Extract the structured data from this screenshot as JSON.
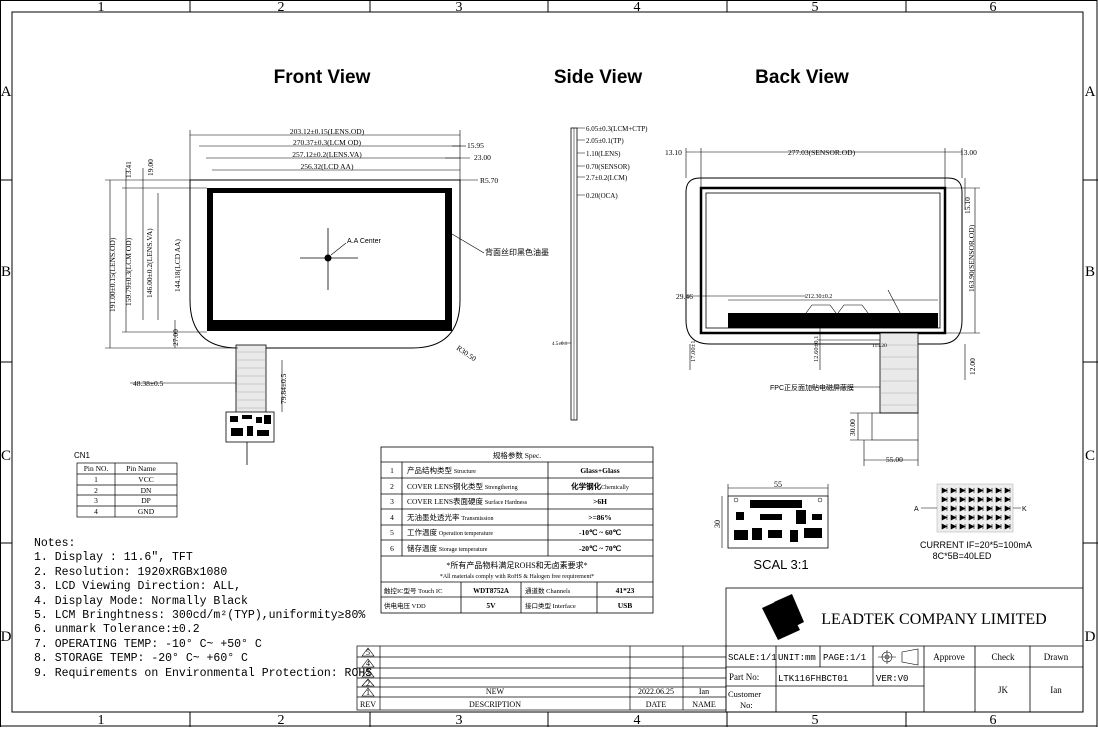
{
  "border": {
    "cols": [
      "1",
      "2",
      "3",
      "4",
      "5",
      "6"
    ],
    "rows": [
      "A",
      "B",
      "C",
      "D"
    ]
  },
  "views": {
    "front": "Front View",
    "side": "Side View",
    "back": "Back View"
  },
  "front_dims": {
    "lens_od_w": "203.12±0.15(LENS.OD)",
    "lcm_od_w": "270.37±0.3(LCM OD)",
    "lens_va_w": "257.12±0.2(LENS.VA)",
    "lcd_aa_w": "256.32(LCD AA)",
    "d_15_95": "15.95",
    "d_23_00": "23.00",
    "d_r5_70": "R5.70",
    "d_13_41": "13.41",
    "d_19_00": "19.00",
    "lens_od_h": "191.00±0.15(LENS.OD)",
    "lcm_od_h": "159.79±0.3(LCM OD)",
    "lens_va_h": "146.00±0.2(LENS.VA)",
    "lcd_aa_h": "144.18(LCD AA)",
    "d_27_00": "27.00",
    "aa_center": "A.A Center",
    "ink_note": "背面丝印黑色油墨",
    "d_r30_50": "R30.50",
    "d_48_38": "48.38±0.5",
    "d_79_84": "79.84±0.5"
  },
  "side_dims": {
    "d1": "6.05±0.3(LCM+CTP)",
    "d2": "2.05±0.1(TP)",
    "d3": "1.10(LENS)",
    "d4": "0.70(SENSOR)",
    "d5": "2.7±0.2(LCM)",
    "d6": "0.20(OCA)",
    "d7": "4.5±0.1"
  },
  "back_dims": {
    "d_13_10": "13.10",
    "sensor_od_w": "277.03(SENSOR.OD)",
    "d_13_00": "13.00",
    "d_15_10": "15.10",
    "sensor_od_h": "163.90(SENSOR.OD)",
    "d_29_46": "29.46",
    "d_212_30": "212.30±0.2",
    "d_17_00": "17.00±1",
    "d_12_60": "12.60±0.1",
    "d_115": "115.20",
    "d_12_00": "12.00",
    "fpc_note": "FPC正反面加贴电磁屏蔽膜",
    "d_30_00": "30.00",
    "d_55_00": "55.00"
  },
  "cn1": {
    "title": "CN1",
    "headers": [
      "Pin NO.",
      "Pin Name"
    ],
    "rows": [
      [
        "1",
        "VCC"
      ],
      [
        "2",
        "DN"
      ],
      [
        "3",
        "DP"
      ],
      [
        "4",
        "GND"
      ]
    ]
  },
  "spec": {
    "title": "规格参数 Spec.",
    "rows": [
      {
        "n": "1",
        "label": "产品结构类型",
        "label_en": "Structure",
        "value": "Glass+Glass"
      },
      {
        "n": "2",
        "label": "COVER LENS钢化类型",
        "label_en": "Strengthering",
        "value": "化学钢化",
        "value_en": "Chemically"
      },
      {
        "n": "3",
        "label": "COVER LENS表面硬度",
        "label_en": "Surface Hardness",
        "value": ">6H"
      },
      {
        "n": "4",
        "label": "无油墨处透光率",
        "label_en": "Transmission",
        "value": ">=86%"
      },
      {
        "n": "5",
        "label": "工作温度",
        "label_en": "Operation temperature",
        "value": "-10℃ ~ 60℃"
      },
      {
        "n": "6",
        "label": "储存温度",
        "label_en": "Storage temperature",
        "value": "-20℃ ~ 70℃"
      }
    ],
    "rohs_cn": "*所有产品物料满足ROHS和无卤素要求*",
    "rohs_en": "*All materials comply with RoHS & Halogen free requirement*",
    "touch_ic_label": "触控IC型号 Touch IC",
    "touch_ic": "WDT8752A",
    "channels_label": "通道数 Channels",
    "channels": "41*23",
    "vdd_label": "供电电压 VDD",
    "vdd": "5V",
    "interface_label": "接口类型 Interface",
    "interface": "USB"
  },
  "pcb": {
    "w": "55",
    "h": "30",
    "scale": "SCAL 3:1"
  },
  "led": {
    "a": "A",
    "k": "K",
    "current": "CURRENT IF=20*5=100mA",
    "config": "8C*5B=40LED"
  },
  "notes": {
    "title": "Notes:",
    "items": [
      "1. Display : 11.6\",  TFT",
      "2. Resolution: 1920xRGBx1080",
      "3. LCD Viewing Direction: ALL,",
      "4. Display Mode: Normally Black",
      "5. LCM Bringhtness: 300cd/m²(TYP),uniformity≥80%",
      "6. unmark Tolerance:±0.2",
      "7. OPERATING TEMP: -10° C~ +50° C",
      "8. STORAGE TEMP: -20° C~ +60° C",
      "9. Requirements on Environmental Protection: ROHS"
    ]
  },
  "revision": {
    "marks": [
      "5",
      "4",
      "3",
      "2",
      "1",
      "0"
    ],
    "rev_label": "REV",
    "new_label": "NEW",
    "desc_label": "DESCRIPTION",
    "date": "2022.06.25",
    "date_label": "DATE",
    "name": "Ian",
    "name_label": "NAME"
  },
  "titleblock": {
    "company": "LEADTEK COMPANY LIMITED",
    "scale": "SCALE:1/1",
    "unit": "UNIT:mm",
    "page": "PAGE:1/1",
    "approve": "Approve",
    "check": "Check",
    "drawn": "Drawn",
    "part_no_label": "Part No:",
    "part_no": "LTK116FHBCT01",
    "ver": "VER:V0",
    "customer_label": "Customer No:",
    "checker": "JK",
    "drawer": "Ian"
  }
}
